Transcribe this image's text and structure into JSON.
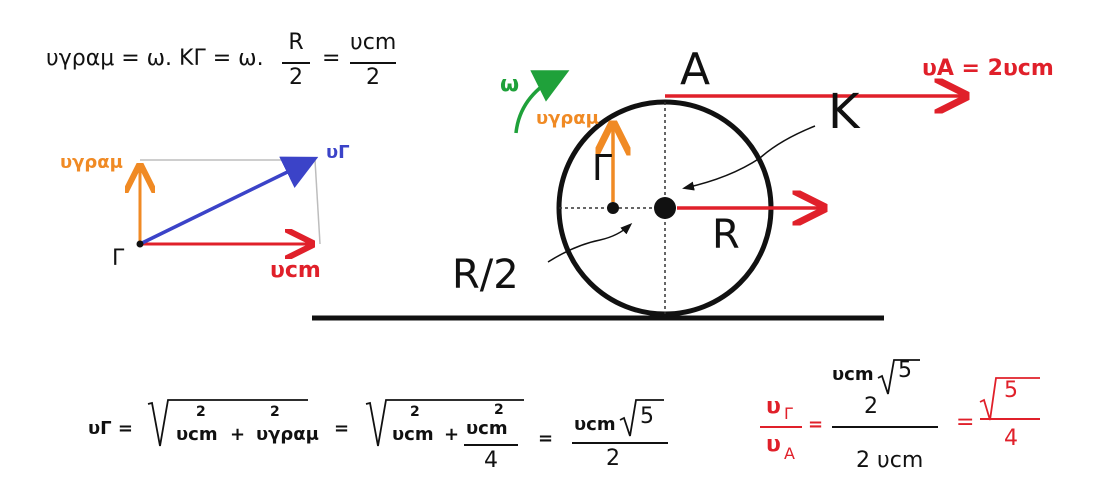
{
  "colors": {
    "red": "#e0202a",
    "orange": "#f08a24",
    "blue": "#3b43c8",
    "green": "#1fa13a",
    "black": "#111111",
    "grey": "#9a9a9a"
  },
  "top_formula": {
    "lhs": "υγραμ = ω. ΚΓ = ω.",
    "frac1_num": "R",
    "frac1_den": "2",
    "eq": "=",
    "frac2_num": "υcm",
    "frac2_den": "2"
  },
  "left_diagram": {
    "v_tan_label": "υγραμ",
    "v_g_label": "υΓ",
    "point_label": "Γ",
    "v_cm_label": "υcm"
  },
  "wheel": {
    "omega": "ω",
    "v_tan_label": "υγραμ",
    "point_A": "Α",
    "v_A_label": "υA = 2υcm",
    "point_K": "Κ",
    "point_G": "Γ",
    "radius_label": "R",
    "half_radius_label": "R/2"
  },
  "bottom_formula": {
    "lhs": "υΓ =",
    "sq1a_exp": "2",
    "sq1a_base": "υcm",
    "plus1": "+",
    "sq1b_exp": "2",
    "sq1b_base": "υγραμ",
    "eq1": "=",
    "sq2a_exp": "2",
    "sq2a_base": "υcm",
    "plus2": "+",
    "frac_num_exp": "2",
    "frac_num": "υcm",
    "frac_den": "4",
    "eq2": "=",
    "res_num": "υcm",
    "res_root": "5",
    "res_den": "2"
  },
  "ratio_formula": {
    "num": "υ",
    "num_sub": "Γ",
    "den": "υ",
    "den_sub": "A",
    "eq1": "=",
    "big_num_top": "υcm",
    "big_num_root": "5",
    "big_num_bottom": "2",
    "big_den": "2 υcm",
    "eq2": "=",
    "res_root": "5",
    "res_den": "4"
  }
}
